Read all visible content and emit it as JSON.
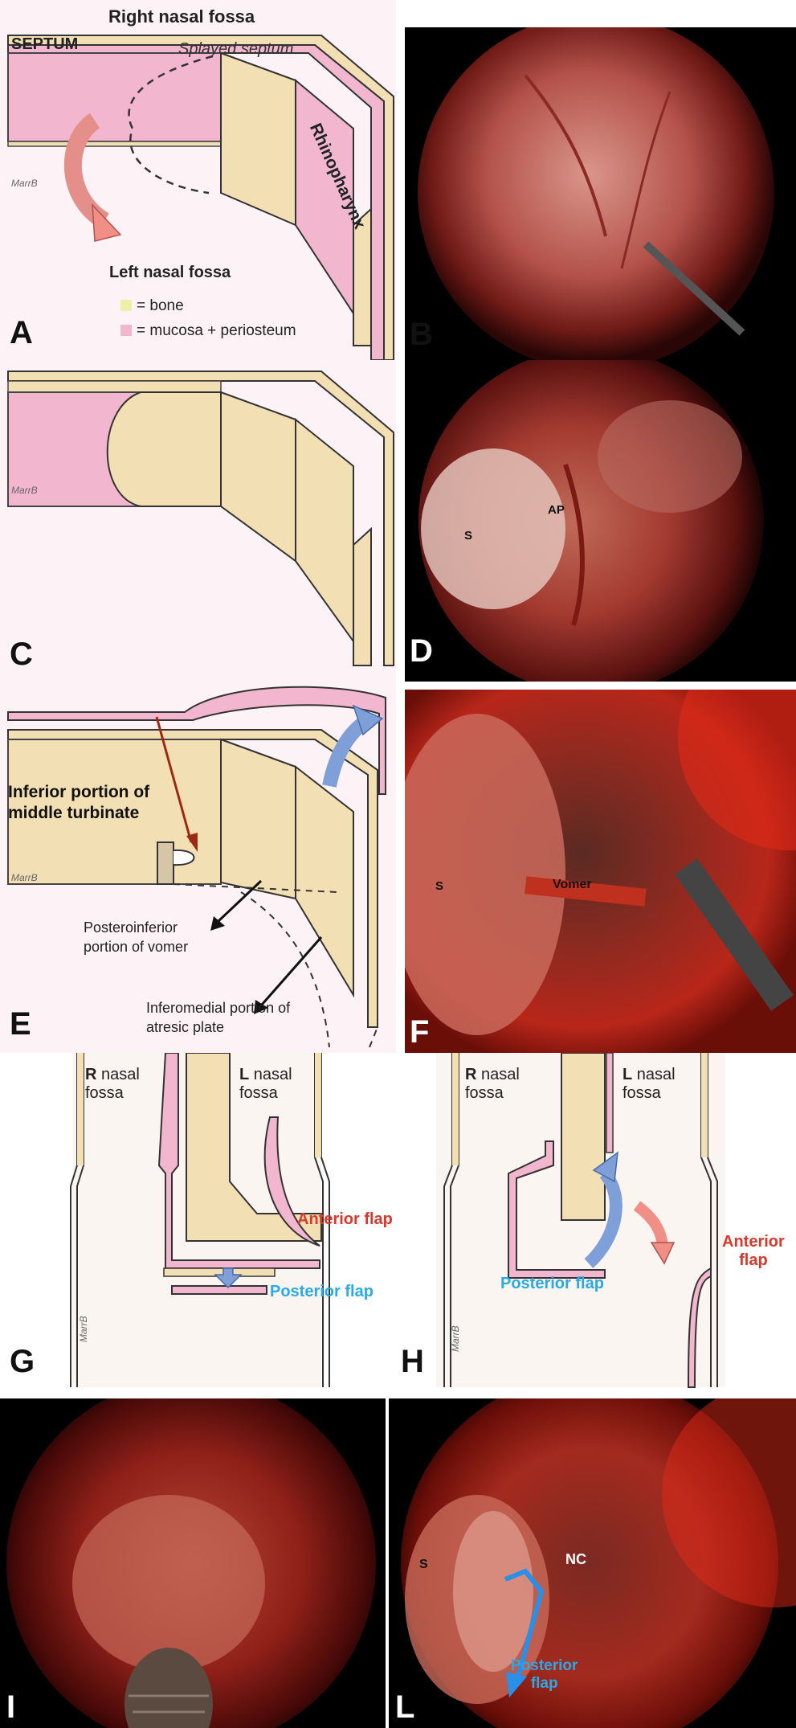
{
  "panels": {
    "A": {
      "letter": "A",
      "title": "Right nasal fossa",
      "septum": "SEPTUM",
      "splayed": "Splayed septum",
      "rhino": "Rhinopharynx",
      "left_fossa": "Left nasal fossa",
      "legend_bone": "= bone",
      "legend_mucosa": "= mucosa + periosteum",
      "signature": "MarrB",
      "colors": {
        "bone": "#f3dfb4",
        "mucosa": "#f2b6cf"
      }
    },
    "B": {
      "letter": "B"
    },
    "C": {
      "letter": "C",
      "signature": "MarrB"
    },
    "D": {
      "letter": "D",
      "label_S": "S",
      "label_AP": "AP"
    },
    "E": {
      "letter": "E",
      "inferior_1": "Inferior portion of",
      "inferior_2": "middle turbinate",
      "vomer_1": "Posteroinferior",
      "vomer_2": "portion of vomer",
      "plate_1": "Inferomedial portion of",
      "plate_2": "atresic plate",
      "signature": "MarrB"
    },
    "F": {
      "letter": "F",
      "label_S": "S",
      "label_vomer": "Vomer"
    },
    "G": {
      "letter": "G",
      "R": "R",
      "R_text": "nasal",
      "R_fossa": "fossa",
      "L": "L",
      "L_text": "nasal",
      "L_fossa": "fossa",
      "anterior": "Anterior flap",
      "posterior": "Posterior flap",
      "signature": "MarrB"
    },
    "H": {
      "letter": "H",
      "R": "R",
      "R_text": "nasal",
      "R_fossa": "fossa",
      "L": "L",
      "L_text": "nasal",
      "L_fossa": "fossa",
      "anterior_1": "Anterior",
      "anterior_2": "flap",
      "posterior": "Posterior flap",
      "signature": "MarrB"
    },
    "I": {
      "letter": "I"
    },
    "L": {
      "letter": "L",
      "label_S": "S",
      "label_NC": "NC",
      "post_1": "Posterior",
      "post_2": "flap"
    }
  },
  "colors": {
    "anterior_red": "#d7392b",
    "posterior_blue": "#2aa9e6",
    "arrow_blue": "#7f9fd8",
    "arrow_pink": "#f08f86",
    "arrow_darkred": "#9c2a12"
  }
}
